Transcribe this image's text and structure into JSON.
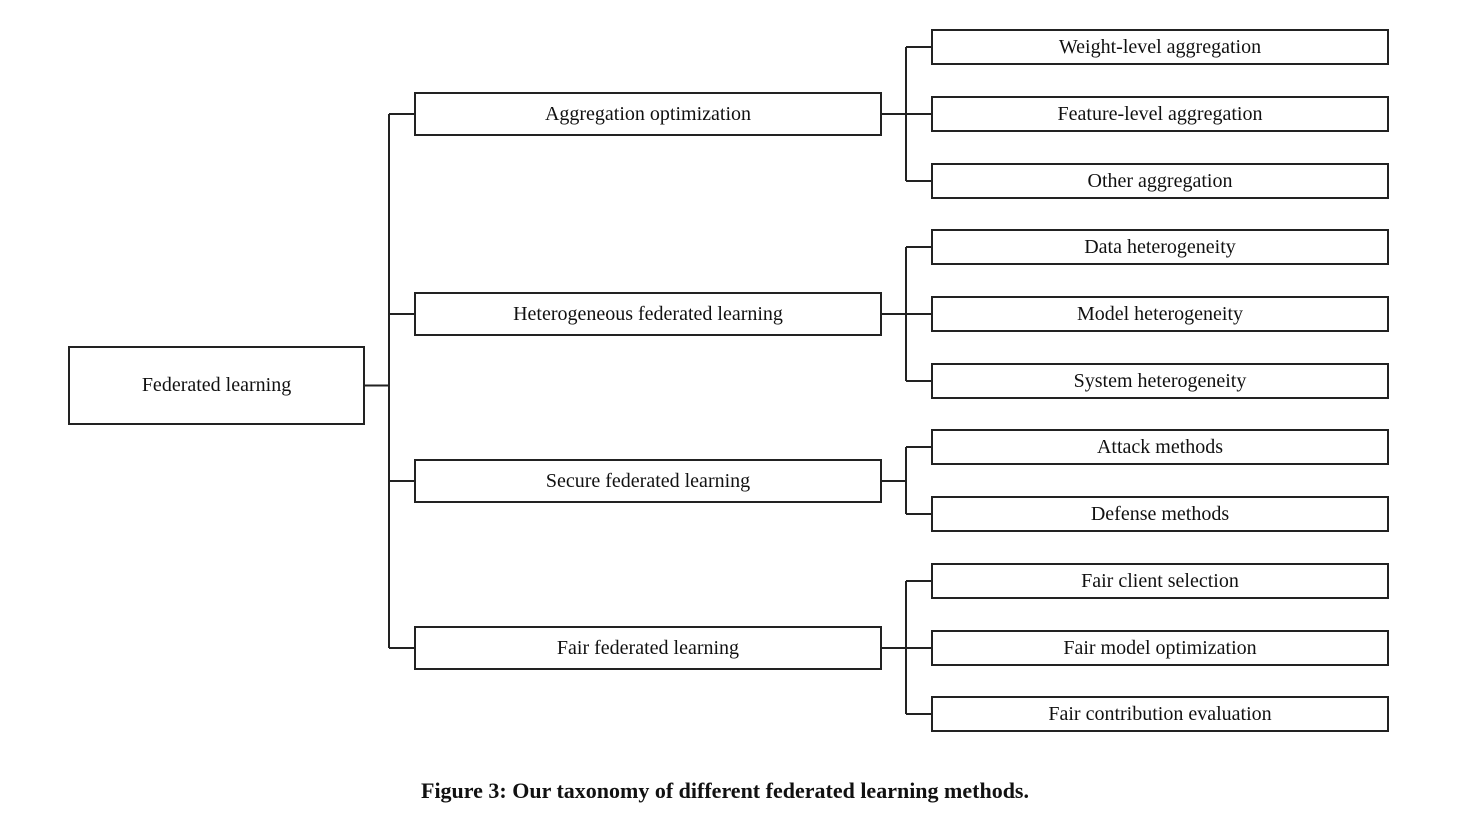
{
  "diagram": {
    "root": "Federated learning",
    "categories": [
      {
        "label": "Aggregation optimization",
        "children": [
          "Weight-level aggregation",
          "Feature-level aggregation",
          "Other aggregation"
        ]
      },
      {
        "label": "Heterogeneous federated learning",
        "children": [
          "Data heterogeneity",
          "Model heterogeneity",
          "System heterogeneity"
        ]
      },
      {
        "label": "Secure federated learning",
        "children": [
          "Attack methods",
          "Defense methods"
        ]
      },
      {
        "label": "Fair federated learning",
        "children": [
          "Fair client selection",
          "Fair model optimization",
          "Fair contribution evaluation"
        ]
      }
    ]
  },
  "caption": "Figure 3: Our taxonomy of different federated learning methods."
}
